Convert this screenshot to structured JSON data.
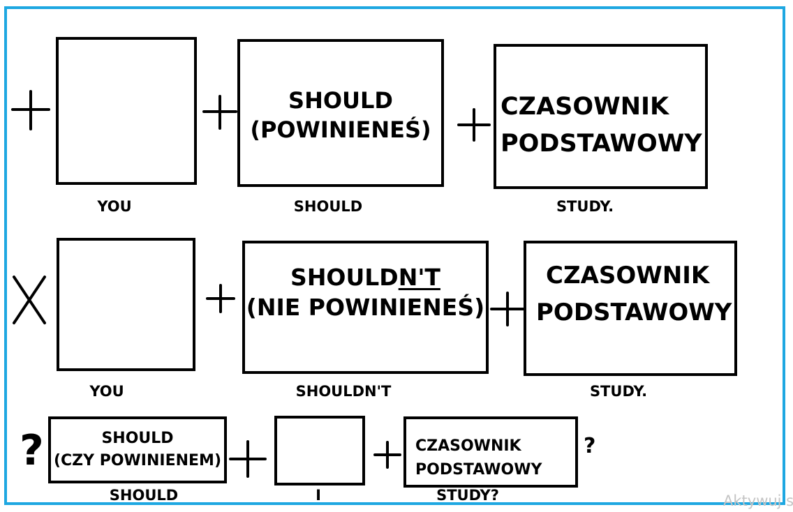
{
  "colors": {
    "frame": "#1ea7e1",
    "ink": "#000000",
    "watermark": "#c4c4c4"
  },
  "rows": [
    {
      "sign": "plus",
      "boxes": [
        {
          "kind": "icon",
          "icon": "person-icon"
        },
        {
          "kind": "text",
          "lines": [
            "SHOULD",
            "(POWINIENEŚ)"
          ]
        },
        {
          "kind": "text",
          "lines": [
            "CZASOWNIK",
            "PODSTAWOWY"
          ]
        }
      ],
      "captions": [
        "YOU",
        "SHOULD",
        "STUDY."
      ]
    },
    {
      "sign": "cross",
      "boxes": [
        {
          "kind": "icon",
          "icon": "person-icon"
        },
        {
          "kind": "text",
          "line1_main": "SHOULD",
          "line1_underlined": "N'T",
          "line2": "(NIE POWINIENEŚ)"
        },
        {
          "kind": "text",
          "lines": [
            "CZASOWNIK",
            "PODSTAWOWY"
          ]
        }
      ],
      "captions": [
        "YOU",
        "SHOULDN'T",
        "STUDY."
      ]
    },
    {
      "sign_text": "?",
      "boxes": [
        {
          "kind": "text",
          "lines": [
            "SHOULD",
            "(CZY POWINIENEM)"
          ]
        },
        {
          "kind": "icon",
          "icon": "person-icon"
        },
        {
          "kind": "text",
          "lines": [
            "CZASOWNIK",
            "PODSTAWOWY"
          ]
        }
      ],
      "end_mark": "?",
      "captions": [
        "SHOULD",
        "I",
        "STUDY?"
      ]
    }
  ],
  "watermark": "Aktywuj s"
}
